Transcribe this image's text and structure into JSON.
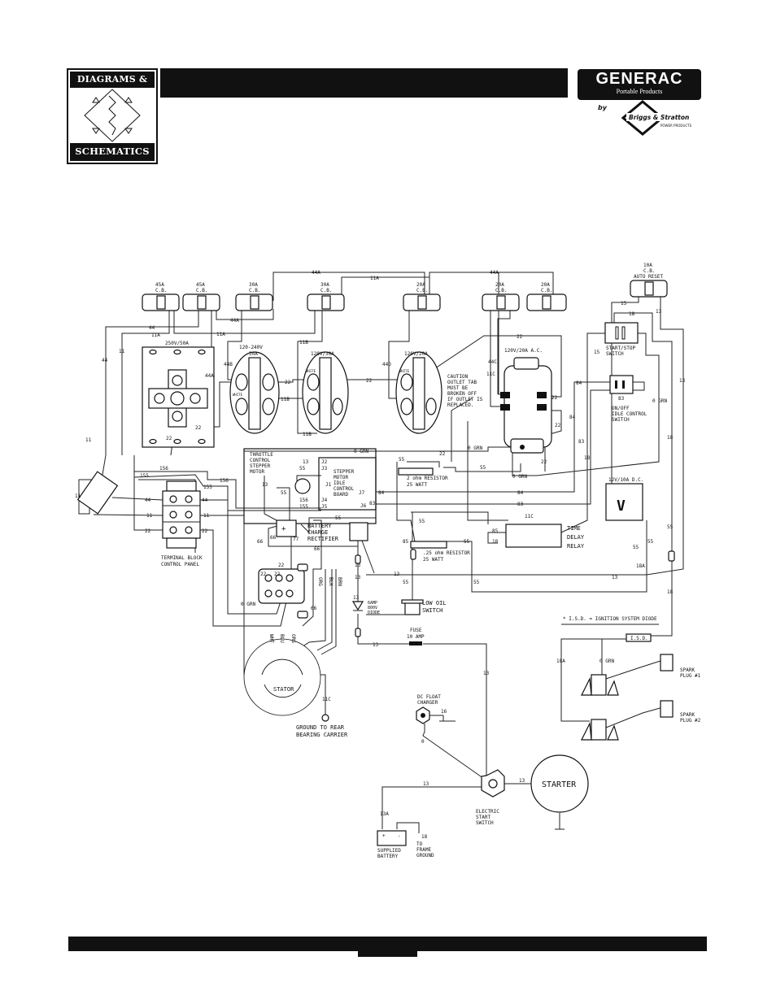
{
  "logo": {
    "top": "DIAGRAMS &",
    "bottom": "SCHEMATICS"
  },
  "brand": {
    "name": "GENERAC",
    "sub": "Portable Products",
    "by": "by",
    "partner": "Briggs & Stratton",
    "partner_sub": "POWER PRODUCTS"
  },
  "breakers": [
    {
      "rating": "45A",
      "type": "C.B."
    },
    {
      "rating": "45A",
      "type": "C.B."
    },
    {
      "rating": "30A",
      "type": "C.B."
    },
    {
      "rating": "30A",
      "type": "C.B."
    },
    {
      "rating": "20A",
      "type": "C.B."
    },
    {
      "rating": "20A",
      "type": "C.B."
    },
    {
      "rating": "20A",
      "type": "C.B."
    },
    {
      "rating": "10A",
      "type": "C.B.",
      "note": "AUTO RESET"
    }
  ],
  "outlets": {
    "o250": "250V/50A",
    "o240a": "120-240V",
    "o240b": "30A",
    "o30": "120V/30A",
    "o20": "120V/20A",
    "o20ac": "120V/20A A.C.",
    "dc": "12V/10A D.C.",
    "white": "WHITE"
  },
  "caution": [
    "CAUTION",
    "OUTLET TAB",
    "MUST BE",
    "BROKEN OFF",
    "IF OUTLET IS",
    "REPLACED."
  ],
  "switches": {
    "startstop": [
      "START/STOP",
      "SWITCH"
    ],
    "idle": [
      "ON/OFF",
      "IDLE CONTROL",
      "SWITCH"
    ],
    "lowoil": [
      "LOW OIL",
      "SWITCH"
    ],
    "estart": [
      "ELECTRIC",
      "START",
      "SWITCH"
    ]
  },
  "stepper": {
    "throttle": [
      "THROTTLE",
      "CONTROL",
      "STEPPER",
      "MOTOR"
    ],
    "board": [
      "STEPPER",
      "MOTOR",
      "IDLE",
      "CONTROL",
      "BOARD"
    ],
    "pins": [
      "J2",
      "J3",
      "J1",
      "J4",
      "J5",
      "J7",
      "J6"
    ]
  },
  "rectifier": [
    "BATTERY",
    "CHARGE",
    "RECTIFIER"
  ],
  "terminal_block": [
    "TERMINAL BLOCK",
    "CONTROL PANEL"
  ],
  "resistors": {
    "r1": [
      "2 ohm RESISTOR",
      "25 WATT"
    ],
    "r2": [
      ".25 ohm RESISTOR",
      "25 WATT"
    ]
  },
  "relay": [
    "TIME",
    "DELAY",
    "RELAY"
  ],
  "diode": [
    "6AMP",
    "800V",
    "DIODE"
  ],
  "fuse": [
    "FUSE",
    "10 AMP"
  ],
  "stator": "STATOR",
  "ground_rear": [
    "GROUND TO REAR",
    "BEARING CARRIER"
  ],
  "float_charger": [
    "DC FLOAT",
    "CHARGER"
  ],
  "starter": "STARTER",
  "battery": {
    "label": [
      "SUPPLIED",
      "BATTERY"
    ],
    "plus": "+",
    "minus": "-",
    "ground": [
      "TO",
      "FRAME",
      "GROUND"
    ]
  },
  "isd_note": "* I.S.D. = IGNITION SYSTEM DIODE",
  "isd": "I.S.D.",
  "spark": [
    [
      "SPARK",
      "PLUG #1"
    ],
    [
      "SPARK",
      "PLUG #2"
    ]
  ],
  "stator_wires": [
    "WHT",
    "BLU",
    "ORG",
    "ORG",
    "BLK",
    "BRN"
  ],
  "wires": [
    "44A",
    "11A",
    "44A",
    "44A",
    "44",
    "11A",
    "11A",
    "11B",
    "44B",
    "44A",
    "22",
    "22",
    "11B",
    "22",
    "22",
    "11B",
    "44D",
    "22",
    "44C",
    "11C",
    "22",
    "22",
    "22",
    "15",
    "18",
    "13",
    "15",
    "13",
    "84",
    "83",
    "0 GRN",
    "0 GRN",
    "18",
    "18",
    "84",
    "83",
    "11",
    "44",
    "11",
    "11",
    "44",
    "44",
    "11",
    "11",
    "22",
    "22",
    "156",
    "155",
    "156",
    "155",
    "13",
    "55",
    "13",
    "55",
    "156",
    "155",
    "84",
    "83",
    "55",
    "55",
    "55",
    "0 GRN",
    "55",
    "55",
    "22",
    "84",
    "83",
    "11C",
    "0 GRN",
    "85",
    "18",
    "85",
    "55",
    "55",
    "13",
    "13",
    "13",
    "55",
    "66",
    "66",
    "77",
    "66",
    "22",
    "22",
    "22",
    "66",
    "0 GRN",
    "13",
    "13",
    "13",
    "13",
    "13",
    "13A",
    "0",
    "16",
    "13",
    "55",
    "18",
    "55",
    "18",
    "18A",
    "18A",
    "0 GRN",
    "11C"
  ]
}
